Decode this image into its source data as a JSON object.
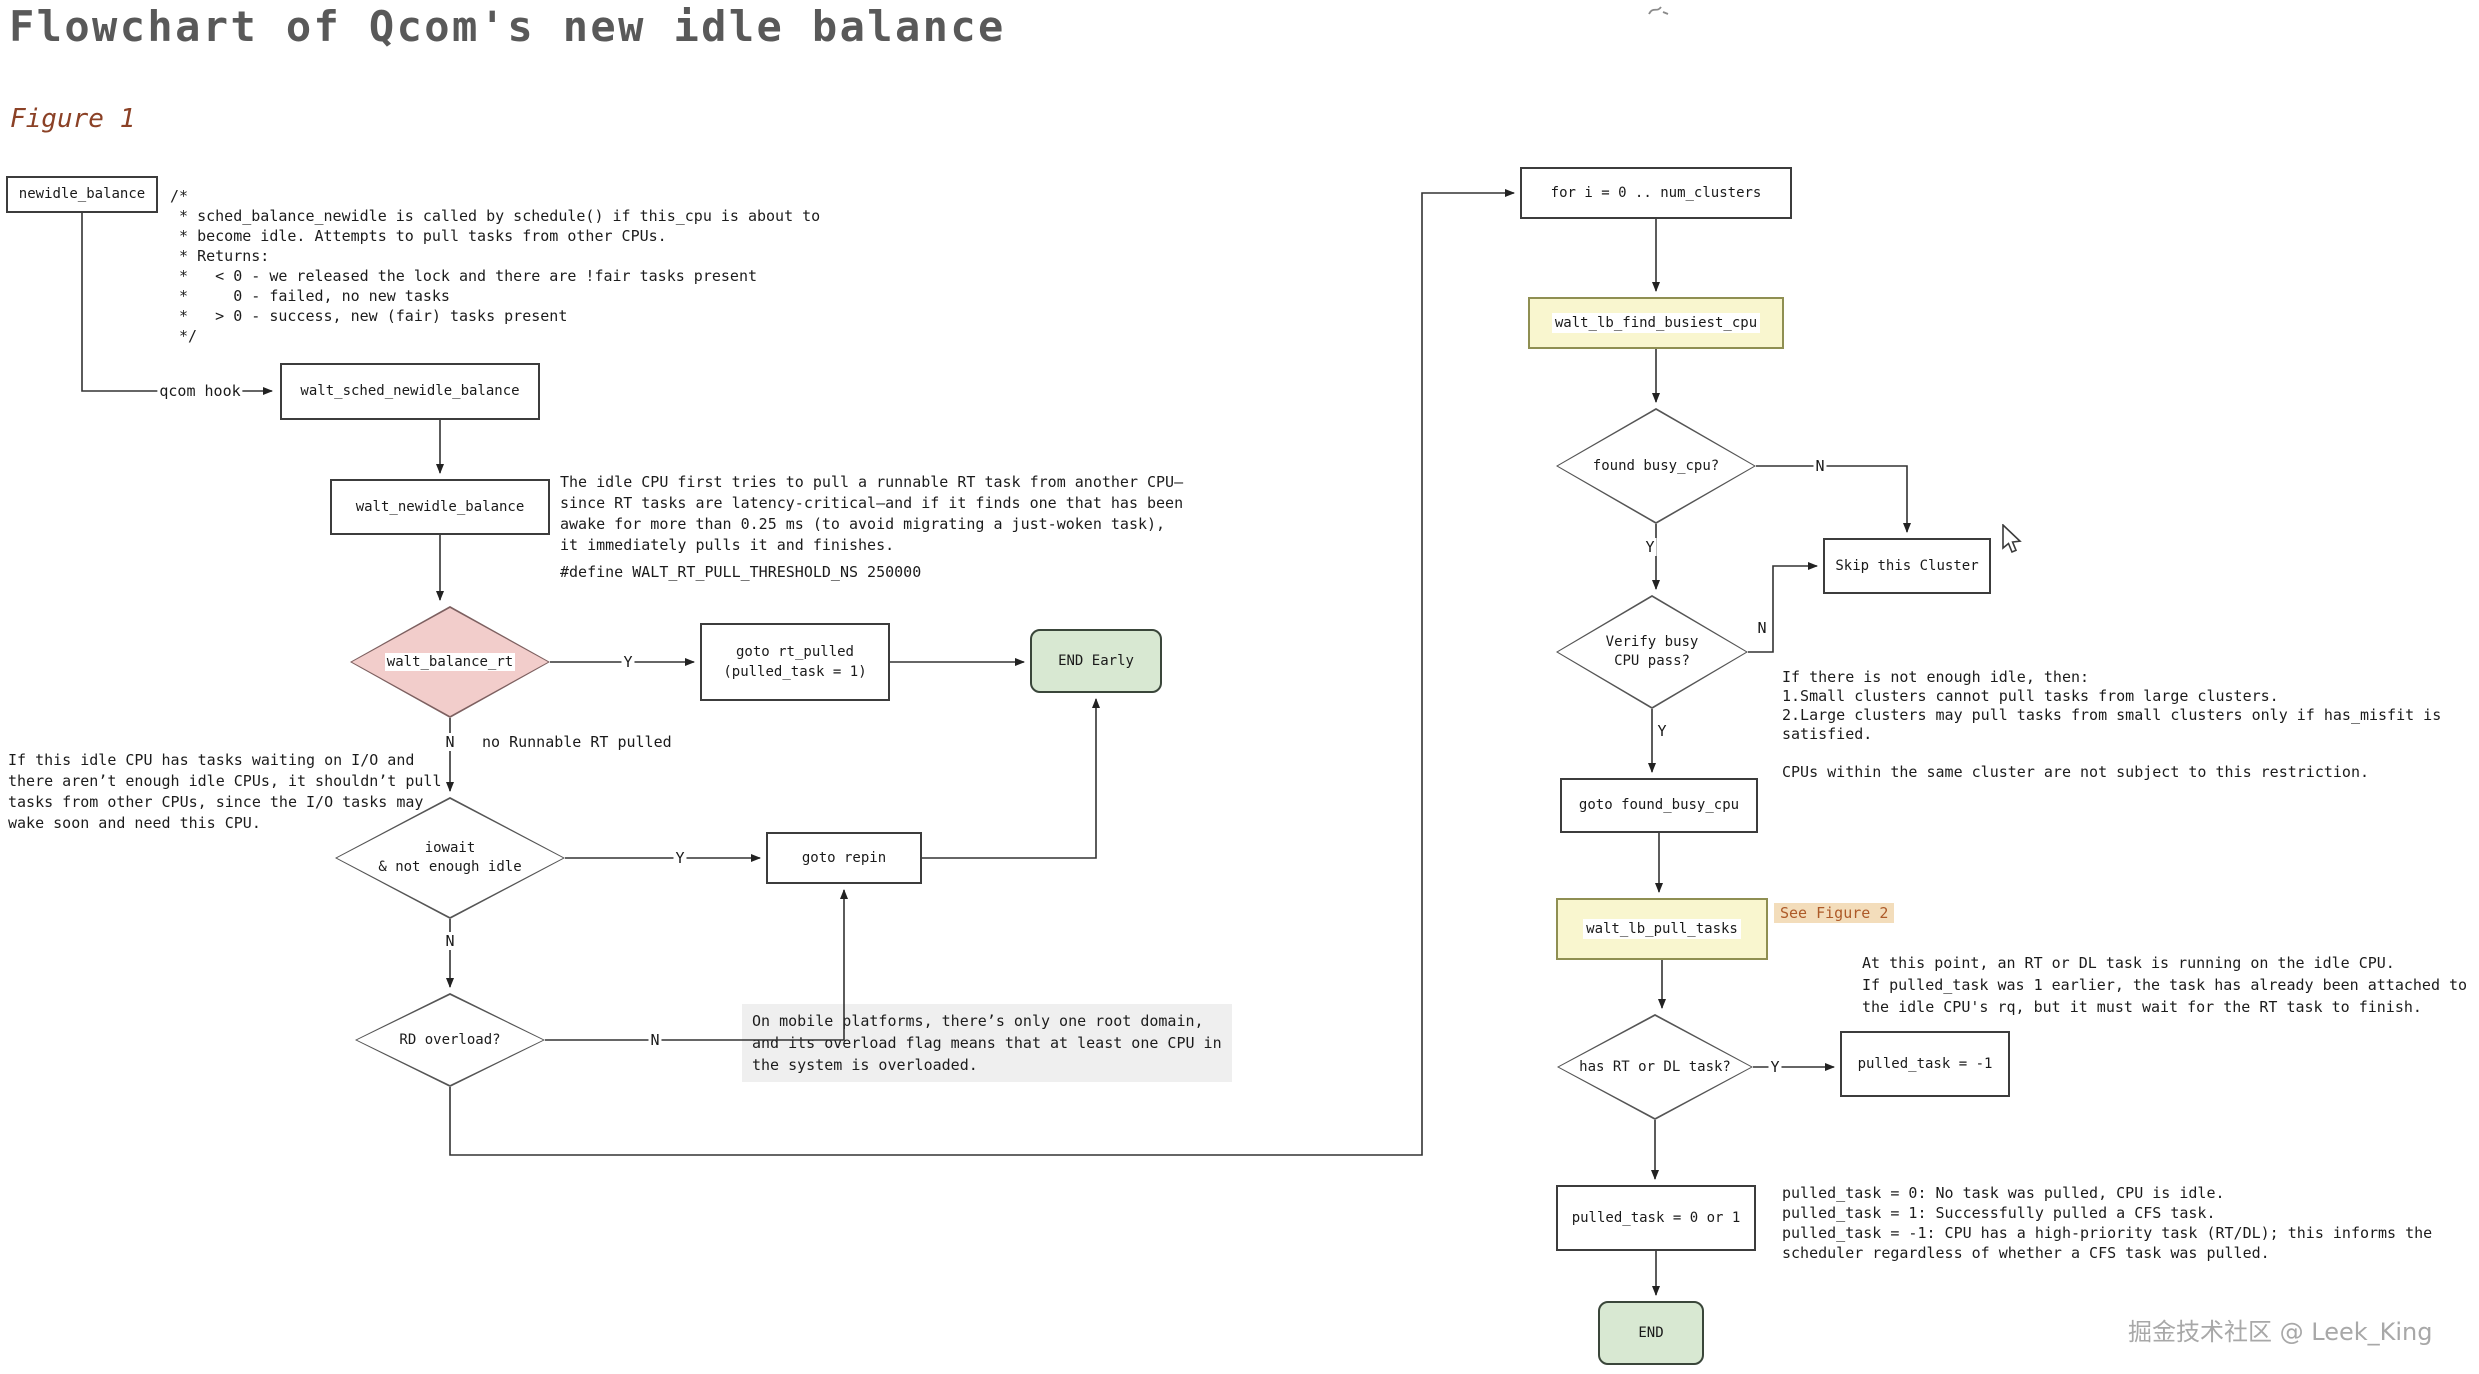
{
  "page": {
    "title": "Flowchart of Qcom's new idle balance",
    "figure_label": "Figure 1",
    "watermark": "掘金技术社区 @ Leek_King"
  },
  "colors": {
    "title_text": "#595959",
    "figure_label_text": "#8b4126",
    "decision_highlight_fill": "#f2cdcb",
    "hook_box_fill": "#f9f6cf",
    "terminal_fill": "#d8e8d2",
    "note_gray_bg": "#efefef",
    "see_figure_bg": "#f3ddbb",
    "see_figure_text": "#ad5a28",
    "watermark_text": "#a8a8a8",
    "line_color": "#333333"
  },
  "nodes": {
    "newidle_balance": "newidle_balance",
    "walt_sched_newidle_balance": "walt_sched_newidle_balance",
    "walt_newidle_balance": "walt_newidle_balance",
    "walt_balance_rt": "walt_balance_rt",
    "goto_rt_pulled": "goto rt_pulled\n(pulled_task = 1)",
    "end_early": "END Early",
    "iowait": "iowait\n& not enough idle",
    "goto_repin": "goto repin",
    "rd_overload": "RD overload?",
    "for_clusters": "for i = 0 .. num_clusters",
    "walt_lb_find_busiest_cpu": "walt_lb_find_busiest_cpu",
    "found_busy_cpu": "found busy_cpu?",
    "skip_cluster": "Skip this Cluster",
    "verify_busy_cpu": "Verify busy\nCPU pass?",
    "goto_found_busy_cpu": "goto found_busy_cpu",
    "walt_lb_pull_tasks": "walt_lb_pull_tasks",
    "has_rt_or_dl": "has RT or DL task?",
    "pulled_task_neg1": "pulled_task = -1",
    "pulled_task_0_or_1": "pulled_task = 0 or 1",
    "end": "END"
  },
  "edge_labels": {
    "qcom_hook": "qcom hook",
    "rt_yes": "Y",
    "rt_no": "N",
    "no_runnable": "no Runnable RT pulled",
    "iowait_yes": "Y",
    "iowait_no": "N",
    "rd_no": "N",
    "found_no": "N",
    "found_yes": "Y",
    "verify_no": "N",
    "verify_yes": "Y",
    "has_rt_yes": "Y"
  },
  "badges": {
    "see_figure_2": "See Figure 2"
  },
  "annotations": {
    "sched_comment": "/*\n * sched_balance_newidle is called by schedule() if this_cpu is about to\n * become idle. Attempts to pull tasks from other CPUs.\n * Returns:\n *   < 0 - we released the lock and there are !fair tasks present\n *     0 - failed, no new tasks\n *   > 0 - success, new (fair) tasks present\n */",
    "rt_pull_comment": "The idle CPU first tries to pull a runnable RT task from another CPU—\nsince RT tasks are latency-critical—and if it finds one that has been\nawake for more than 0.25 ms (to avoid migrating a just-woken task),\nit immediately pulls it and finishes.",
    "rt_pull_define": "#define WALT_RT_PULL_THRESHOLD_NS 250000",
    "iowait_note": "If this idle CPU has tasks waiting on I/O and\nthere aren’t enough idle CPUs, it shouldn’t pull\ntasks from other CPUs, since the I/O tasks may\nwake soon and need this CPU.",
    "mobile_note": "On mobile platforms, there’s only one root domain,\nand its overload flag means that at least one CPU in\nthe system is overloaded.",
    "cluster_rules_note": "If there is not enough idle, then:\n1.Small clusters cannot pull tasks from large clusters.\n2.Large clusters may pull tasks from small clusters only if has_misfit is\nsatisfied.\n\nCPUs within the same cluster are not subject to this restriction.",
    "rt_dl_note": "At this point, an RT or DL task is running on the idle CPU.\nIf pulled_task was 1 earlier, the task has already been attached to\nthe idle CPU's rq, but it must wait for the RT task to finish.",
    "pulled_task_note": "pulled_task = 0: No task was pulled, CPU is idle.\npulled_task = 1: Successfully pulled a CFS task.\npulled_task = -1: CPU has a high-priority task (RT/DL); this informs the\nscheduler regardless of whether a CFS task was pulled."
  }
}
